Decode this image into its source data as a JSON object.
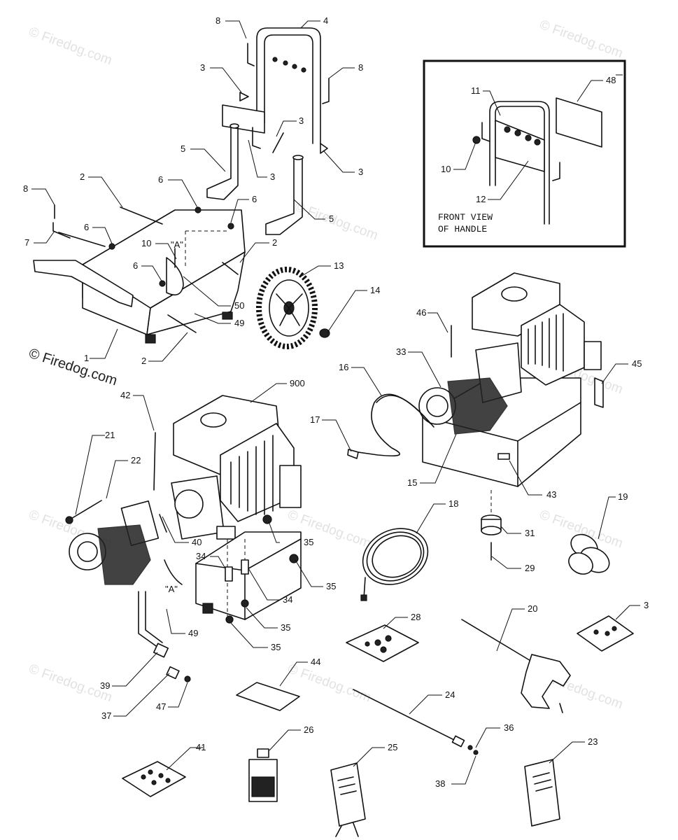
{
  "watermark": "© Firedog.com",
  "inset": {
    "caption_line1": "FRONT VIEW",
    "caption_line2": "OF HANDLE"
  },
  "ref_a": "\"A\"",
  "callouts": {
    "c1": "1",
    "c2a": "2",
    "c2b": "2",
    "c2c": "2",
    "c3a": "3",
    "c3b": "3",
    "c3c": "3",
    "c3d": "3",
    "c3e": "3",
    "c4": "4",
    "c5a": "5",
    "c5b": "5",
    "c6a": "6",
    "c6b": "6",
    "c6c": "6",
    "c6d": "6",
    "c7": "7",
    "c8a": "8",
    "c8b": "8",
    "c8c": "8",
    "c10a": "10",
    "c10b": "10",
    "c11": "11",
    "c12": "12",
    "c13": "13",
    "c14": "14",
    "c15": "15",
    "c16": "16",
    "c17": "17",
    "c18": "18",
    "c19": "19",
    "c20": "20",
    "c21": "21",
    "c22": "22",
    "c23": "23",
    "c24": "24",
    "c25": "25",
    "c26": "26",
    "c28": "28",
    "c29": "29",
    "c31": "31",
    "c33": "33",
    "c34a": "34",
    "c34b": "34",
    "c35a": "35",
    "c35b": "35",
    "c35c": "35",
    "c35d": "35",
    "c36": "36",
    "c37": "37",
    "c38": "38",
    "c39": "39",
    "c40": "40",
    "c41": "41",
    "c42": "42",
    "c43": "43",
    "c44": "44",
    "c45": "45",
    "c46": "46",
    "c47": "47",
    "c48": "48",
    "c49a": "49",
    "c49b": "49",
    "c50": "50",
    "c900": "900"
  }
}
